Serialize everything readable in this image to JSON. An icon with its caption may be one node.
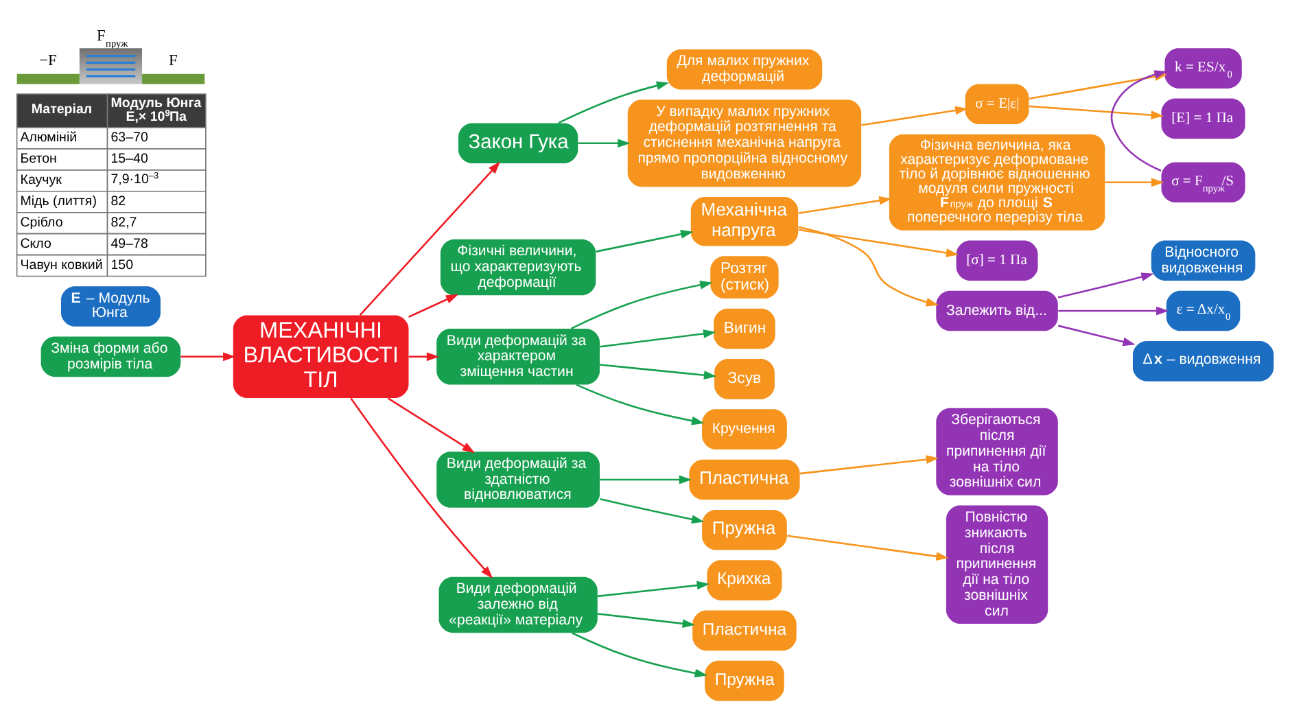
{
  "diagram": {
    "nodes": [
      {
        "text": [
          "МЕХАНІЧНІ ВЛАСТИВОСТІ ТІЛ"
        ]
      },
      {
        "text": [
          "Закон Гука"
        ]
      },
      {
        "text": [
          "Для малих пружних деформацій"
        ]
      },
      {
        "text": [
          "У випадку малих пружних деформацій розтягнення та стиснення механічна напруга прямо пропорційна відносному видовженню"
        ]
      },
      {
        "text": [
          "σ = E|ε|"
        ]
      },
      {
        "text": [
          "k = ES/x$_{0}$"
        ]
      },
      {
        "text": [
          "[E] = 1 Па"
        ]
      },
      {
        "text": [
          "σ = F$_{пруж}$/S"
        ]
      },
      {
        "text": [
          "**E** – Модуль Юнга"
        ]
      },
      {
        "text": [
          "Зміна форми або розмірів тіла"
        ]
      },
      {
        "text": [
          "Фізичні величини, що характеризують деформації"
        ]
      },
      {
        "text": [
          "Механічна напруга"
        ]
      },
      {
        "text": [
          "Фізична величина, яка характеризує деформоване тіло й дорівнює відношенню модуля сили пружності **F**$_{пруж}$ до площі **S** поперечного перерізу тіла"
        ]
      },
      {
        "text": [
          "[σ] = 1 Па"
        ]
      },
      {
        "text": [
          "Залежить від..."
        ]
      },
      {
        "text": [
          "Відносного видовження"
        ]
      },
      {
        "text": [
          "ε = Δx/x$_{0}$"
        ]
      },
      {
        "text": [
          "Δ**x** – видовження"
        ]
      },
      {
        "text": [
          "Види деформацій за характером зміщення частин"
        ]
      },
      {
        "text": [
          "Розтяг (стиск)"
        ]
      },
      {
        "text": [
          "Вигин"
        ]
      },
      {
        "text": [
          "Зсув"
        ]
      },
      {
        "text": [
          "Кручення"
        ]
      },
      {
        "text": [
          "Види деформацій за здатністю відновлюватися"
        ]
      },
      {
        "text": [
          "Пластична"
        ]
      },
      {
        "text": [
          "Зберігаються після припинення дії на тіло зовнішніх сил"
        ]
      },
      {
        "text": [
          "Пружна"
        ]
      },
      {
        "text": [
          "Повністю зникають після припинення дії на тіло зовнішніх сил"
        ]
      },
      {
        "text": [
          "Види деформацій залежно від «реакції» матеріалу"
        ]
      },
      {
        "text": [
          "Крихка"
        ]
      },
      {
        "text": [
          "Пластична"
        ]
      },
      {
        "text": [
          "Пружна"
        ]
      }
    ],
    "edges": [
      {
        "from": 0,
        "to": 1,
        "arrow": "to",
        "color": "#ee1c24"
      },
      {
        "from": 0,
        "to": 18,
        "arrow": "to",
        "color": "#ee1c24"
      },
      {
        "from": 9,
        "to": 0,
        "arrow": "to",
        "color": "#ee1c24"
      },
      {
        "from": 0,
        "to": 10,
        "arrow": "to",
        "color": "#ee1c24"
      },
      {
        "from": 0,
        "to": 23,
        "arrow": "to",
        "color": "#ee1c24"
      },
      {
        "from": 0,
        "to": 28,
        "arrow": "to",
        "color": "#ee1c24"
      },
      {
        "from": 1,
        "to": 2,
        "arrow": "to"
      },
      {
        "from": 1,
        "to": 3,
        "arrow": "to"
      },
      {
        "from": 3,
        "to": 4,
        "arrow": "to",
        "color": "#f7941d"
      },
      {
        "from": 4,
        "to": 5,
        "arrow": "to",
        "color": "#f7941d"
      },
      {
        "from": 4,
        "to": 6,
        "arrow": "to",
        "color": "#f7941d"
      },
      {
        "from": 7,
        "to": 5,
        "arrow": "to",
        "color": "#9334b5"
      },
      {
        "from": 12,
        "to": 7,
        "arrow": "to",
        "color": "#f7941d"
      },
      {
        "from": 10,
        "to": 11,
        "arrow": "to"
      },
      {
        "from": 11,
        "to": 13,
        "arrow": "to",
        "color": "#f7941d"
      },
      {
        "from": 11,
        "to": 12,
        "arrow": "to",
        "color": "#f7941d"
      },
      {
        "from": 11,
        "to": 14,
        "arrow": "to",
        "color": "#f7941d"
      },
      {
        "from": 14,
        "to": 15,
        "arrow": "to",
        "color": "#9334b5"
      },
      {
        "from": 14,
        "to": 16,
        "arrow": "to",
        "color": "#9334b5"
      },
      {
        "from": 14,
        "to": 17,
        "arrow": "to",
        "color": "#9334b5"
      },
      {
        "from": 18,
        "to": 19,
        "arrow": "to"
      },
      {
        "from": 18,
        "to": 20,
        "arrow": "to"
      },
      {
        "from": 18,
        "to": 21,
        "arrow": "to"
      },
      {
        "from": 18,
        "to": 22,
        "arrow": "to"
      },
      {
        "from": 23,
        "to": 24,
        "arrow": "to"
      },
      {
        "from": 23,
        "to": 26,
        "arrow": "to"
      },
      {
        "from": 24,
        "to": 25,
        "arrow": "to",
        "color": "#f7941d"
      },
      {
        "from": 26,
        "to": 27,
        "arrow": "to",
        "color": "#f7941d"
      },
      {
        "from": 28,
        "to": 29,
        "arrow": "to"
      },
      {
        "from": 28,
        "to": 30,
        "arrow": "to"
      },
      {
        "from": 28,
        "to": 31,
        "arrow": "to"
      }
    ],
    "labels": [
      "Матеріал",
      "Модуль Юнга E,× 10$^{9}$Па",
      "Алюміній",
      "63–70",
      "Бетон",
      "15–40",
      "Каучук",
      "7,9·10$^{–3}$",
      "Мідь (лиття)",
      "82",
      "Срібло",
      "82,7",
      "Скло",
      "49–78",
      "Чавун ковкий",
      "150",
      "F⃗$_{пруж}$",
      "−F⃗",
      "F⃗"
    ]
  }
}
